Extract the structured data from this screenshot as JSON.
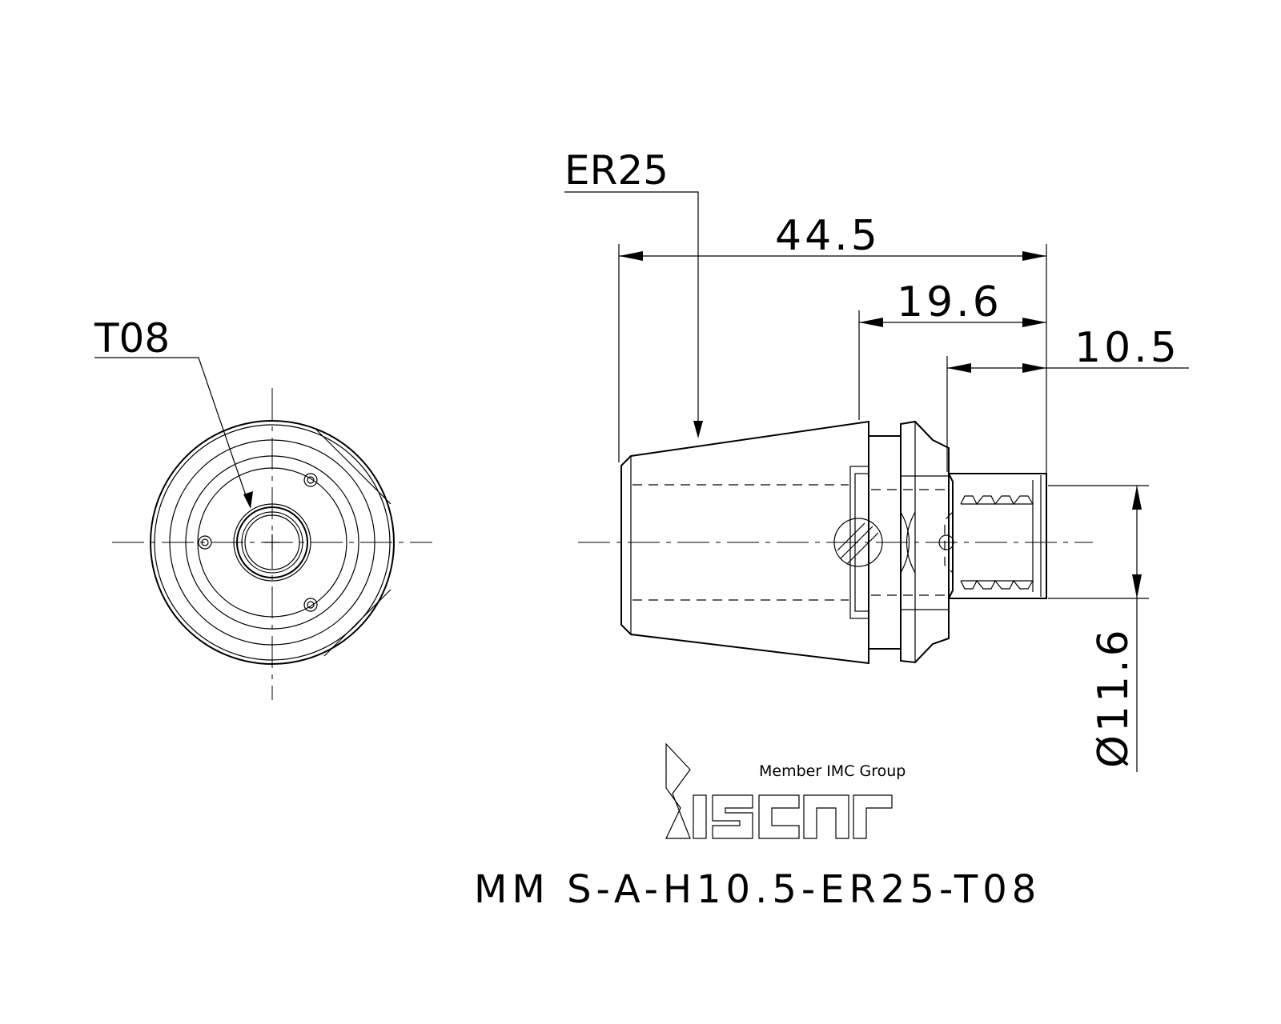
{
  "drawing": {
    "labels": {
      "collet_size": "ER25",
      "thread_size": "T08"
    },
    "dimensions": {
      "overall_length": "44.5",
      "body_length": "19.6",
      "shank_length": "10.5",
      "shank_diameter": "Ø11.6"
    },
    "part_number": "MM S-A-H10.5-ER25-T08",
    "logo": {
      "brand": "iscar",
      "tagline": "Member IMC Group"
    }
  }
}
